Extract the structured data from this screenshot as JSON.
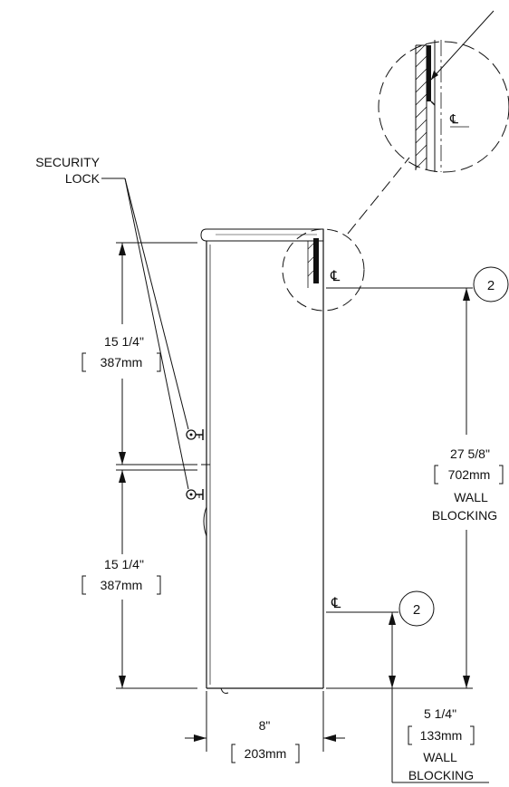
{
  "labels": {
    "security": "SECURITY",
    "lock": "LOCK",
    "centerline": "℄"
  },
  "dimensions": {
    "upper_in": "15 1/4\"",
    "upper_mm": "387mm",
    "lower_in": "15 1/4\"",
    "lower_mm": "387mm",
    "right_in": "27 5/8\"",
    "right_mm": "702mm",
    "right_note_1": "WALL",
    "right_note_2": "BLOCKING",
    "width_in": "8\"",
    "width_mm": "203mm",
    "bottom_in": "5 1/4\"",
    "bottom_mm": "133mm",
    "bottom_note_1": "WALL",
    "bottom_note_2": "BLOCKING"
  },
  "callouts": {
    "upper_bubble": "2",
    "lower_bubble": "2"
  }
}
